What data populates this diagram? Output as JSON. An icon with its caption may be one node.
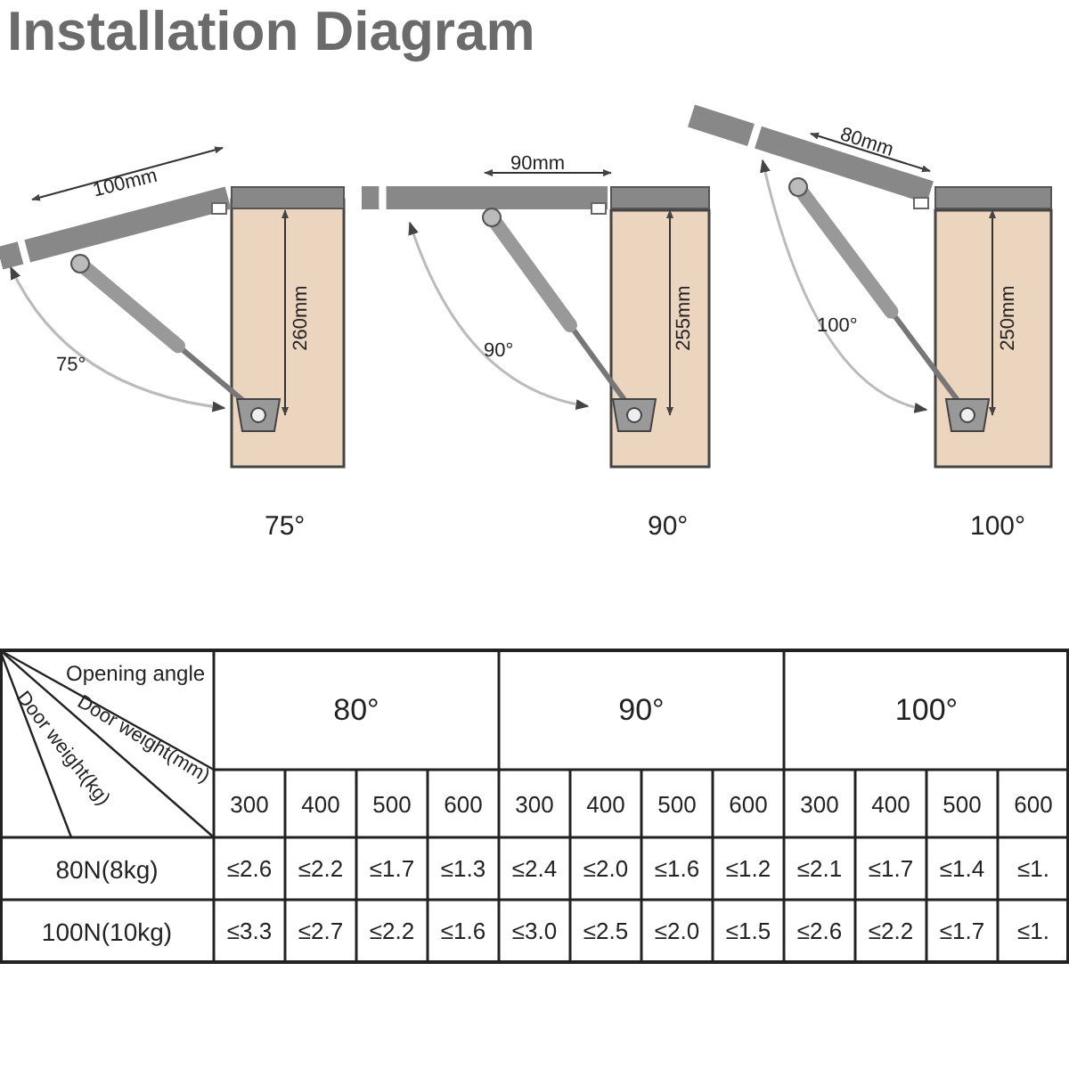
{
  "diagram": {
    "title": "Installation Diagram",
    "labels": [
      "100mm",
      "260mm",
      "75°",
      "90mm",
      "255mm",
      "90°",
      "80mm",
      "250mm",
      "100°",
      "75°",
      "90°",
      "100°",
      "Opening angle",
      "Door weight(mm)",
      "Door weight(kg)",
      "80°",
      "90°",
      "100°",
      "300",
      "400",
      "500",
      "600",
      "300",
      "400",
      "500",
      "600",
      "300",
      "400",
      "500",
      "600",
      "80N(8kg)",
      "≤2.6",
      "≤2.2",
      "≤1.7",
      "≤1.3",
      "≤2.4",
      "≤2.0",
      "≤1.6",
      "≤1.2",
      "≤2.1",
      "≤1.7",
      "≤1.4",
      "≤1.",
      "100N(10kg)",
      "≤3.3",
      "≤2.7",
      "≤2.2",
      "≤1.6",
      "≤3.0",
      "≤2.5",
      "≤2.0",
      "≤1.5",
      "≤2.6",
      "≤2.2",
      "≤1.7",
      "≤1."
    ]
  }
}
